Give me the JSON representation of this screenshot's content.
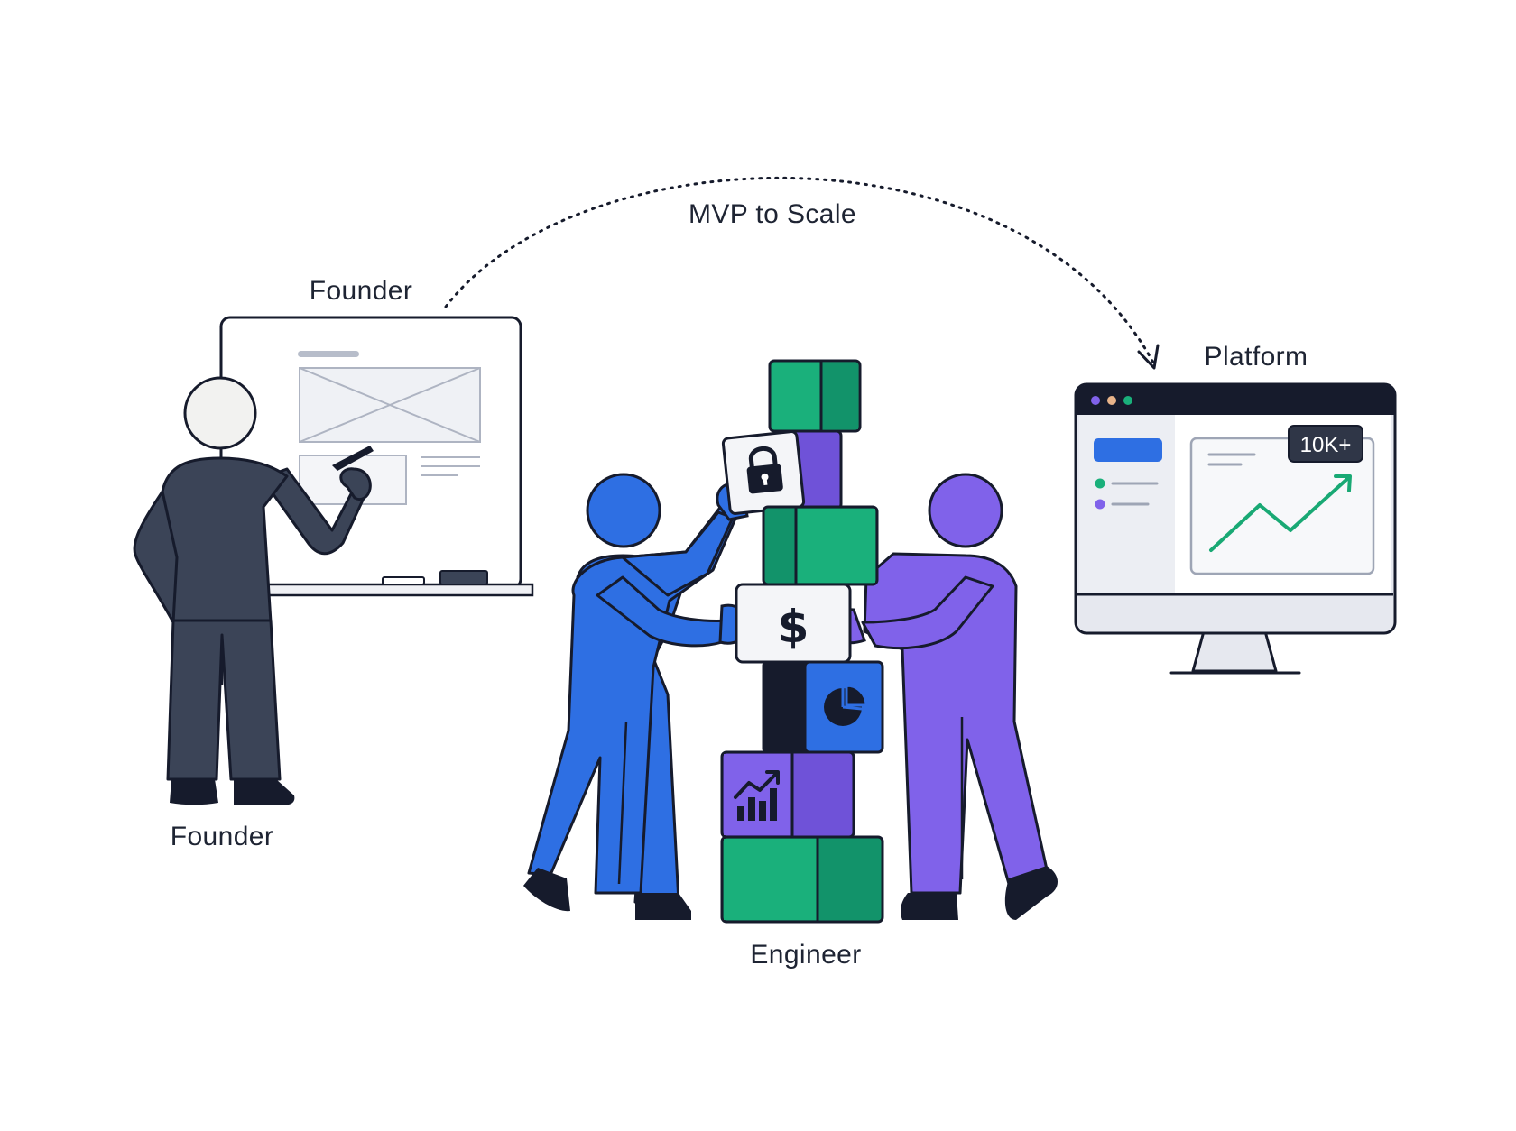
{
  "labels": {
    "founder_top": "Founder",
    "founder_bottom": "Founder",
    "arc": "MVP to Scale",
    "engineer": "Engineer",
    "platform": "Platform"
  },
  "platform": {
    "badge": "10K+"
  },
  "colors": {
    "outline": "#161b2c",
    "founder": "#3b4457",
    "blue": "#2e6fe3",
    "purple": "#8062ea",
    "purple_dark": "#6f52d8",
    "green": "#1ab07b",
    "green_dark": "#12936a",
    "chart_green": "#19a974"
  },
  "icons": [
    "lock-icon",
    "dollar-icon",
    "pie-chart-icon",
    "bar-chart-icon",
    "trend-line-icon"
  ]
}
